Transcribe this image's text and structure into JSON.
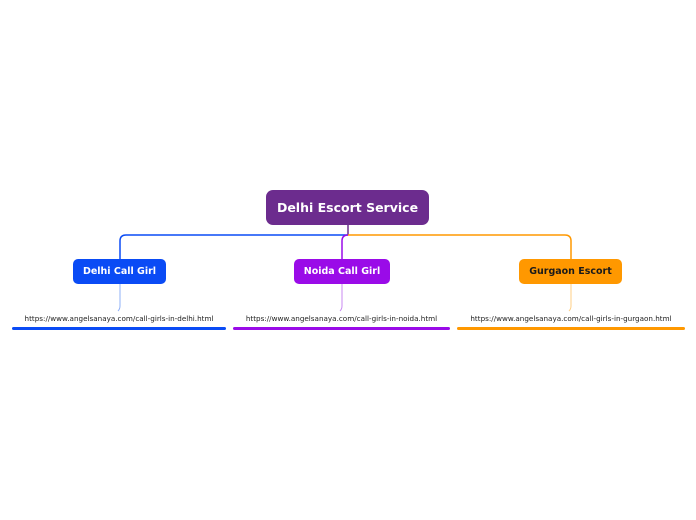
{
  "colors": {
    "central": "#6c2c8e",
    "delhi": "#0a4bf5",
    "noida": "#9a0be8",
    "gurgaon": "#ff9800",
    "delhi_stub": "#8fb0f7",
    "noida_stub": "#c98af2",
    "gurgaon_stub": "#ffcf85"
  },
  "central": {
    "label": "Delhi Escort Service"
  },
  "topics": [
    {
      "id": "delhi",
      "label": "Delhi Call Girl",
      "link": "https://www.angelsanaya.com/call-girls-in-delhi.html"
    },
    {
      "id": "noida",
      "label": "Noida Call Girl",
      "link": "https://www.angelsanaya.com/call-girls-in-noida.html"
    },
    {
      "id": "gurgaon",
      "label": "Gurgaon Escort",
      "link": "https://www.angelsanaya.com/call-girls-in-gurgaon.html"
    }
  ]
}
